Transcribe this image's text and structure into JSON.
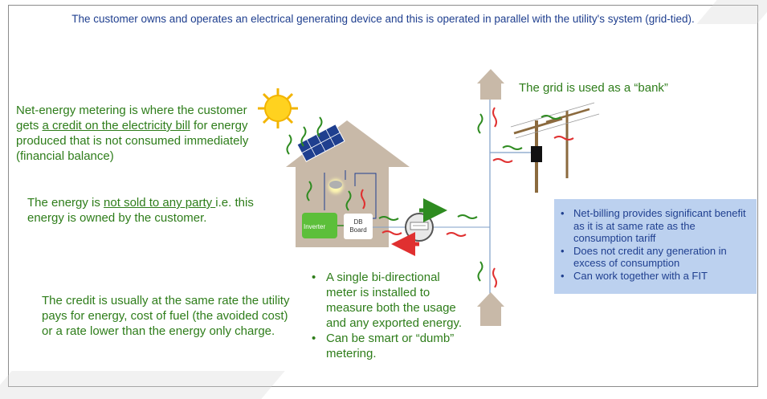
{
  "header": "The customer owns and operates an electrical generating device and this is operated in parallel with the utility's system (grid-tied).",
  "definition": {
    "pre": "Net-energy metering is where the customer gets ",
    "underlined": "a credit on the electricity bill",
    "post": " for energy produced that is not consumed immediately (financial balance)"
  },
  "ownership": {
    "pre": "The energy is ",
    "underlined": "not sold to any party ",
    "post": "i.e. this energy is owned by the customer."
  },
  "credit_rate": "The credit is usually at the same rate the utility pays for energy, cost of fuel (the avoided cost) or a rate lower than the energy only charge.",
  "meter_bullets": [
    "A single bi-directional meter is installed to measure both the usage and any exported energy.",
    "Can be smart or “dumb” metering."
  ],
  "grid_bank": "The grid is used as a “bank”",
  "net_billing": [
    "Net-billing provides significant benefit as it is at same rate as the consumption tariff",
    "Does not credit any generation in excess of consumption",
    "Can work together with a FIT"
  ],
  "labels": {
    "inverter": "Inverter",
    "db_board": [
      "DB",
      "Board"
    ]
  },
  "icons": {
    "sun": "sun-icon",
    "panel": "solar-panel-icon",
    "house": "house-icon",
    "meter": "bidirectional-meter-icon",
    "pole": "utility-pole-icon"
  },
  "colors": {
    "header_text": "#1f3f8f",
    "body_text": "#2e7d1a",
    "box_fill": "#bcd1ef",
    "house": "#c8b9a8",
    "inverter": "#5cbf3a",
    "flow_out": "#e03030",
    "flow_in": "#2e8b20"
  }
}
